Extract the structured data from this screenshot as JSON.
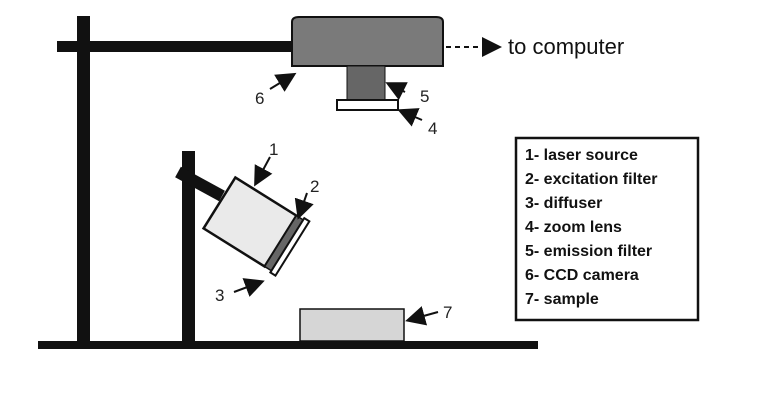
{
  "output_label": "to computer",
  "callouts": {
    "laser": "1",
    "filter": "2",
    "diffuser": "3",
    "lens": "4",
    "emission": "5",
    "camera": "6",
    "sample": "7"
  },
  "legend": {
    "items": [
      "1- laser source",
      "2- excitation filter",
      "3- diffuser",
      "4- zoom lens",
      "5- emission filter",
      "6- CCD camera",
      "7- sample"
    ]
  },
  "colors": {
    "stand": "#111111",
    "camera_body": "#7a7a7a",
    "emission_filter": "#6a6a6a",
    "laser_body": "#eaeaea",
    "excitation_filter": "#666666",
    "sample": "#d6d6d6"
  }
}
